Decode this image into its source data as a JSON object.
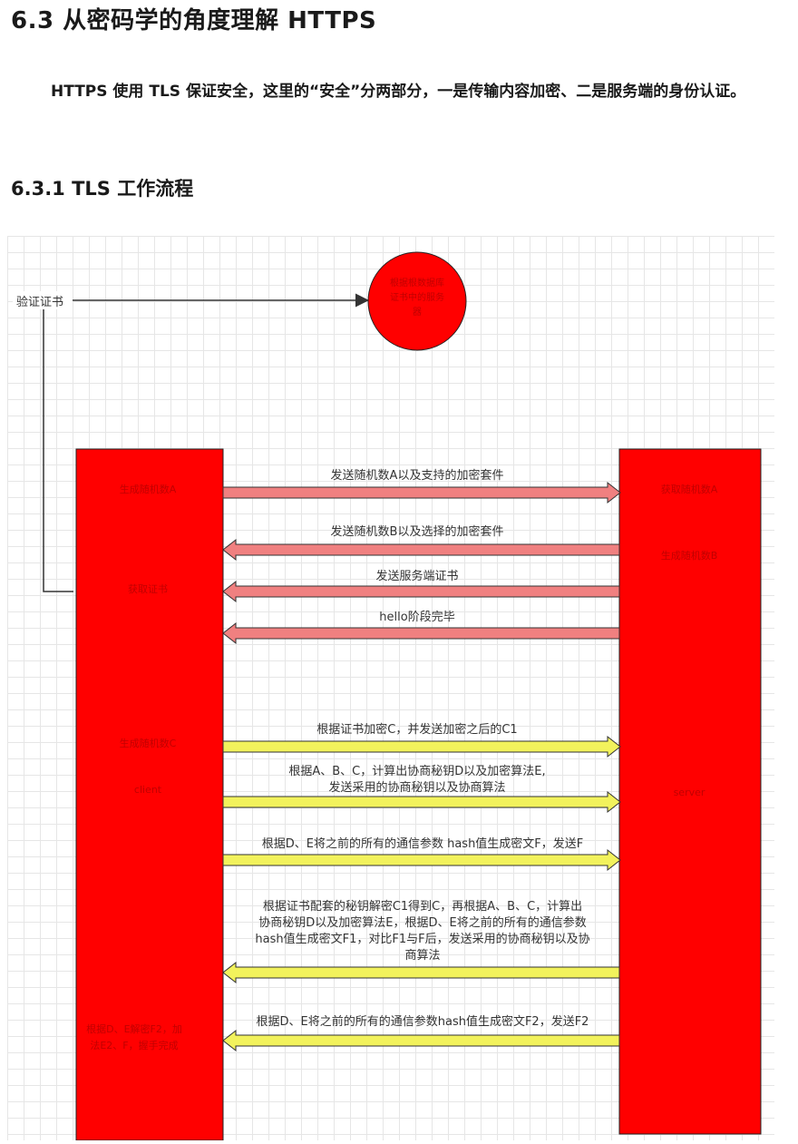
{
  "heading": "6.3 从密码学的角度理解 HTTPS",
  "paragraph": "HTTPS 使用 TLS 保证安全，这里的“安全”分两部分，一是传输内容加密、二是服务端的身份认证。",
  "subheading": "6.3.1 TLS 工作流程",
  "diagram": {
    "verify_label": "验证证书",
    "circle_lines": [
      "根据根数据库",
      "证书中的服务",
      "器"
    ],
    "client_labels": [
      "生成随机数A",
      "获取证书",
      "生成随机数C",
      "client",
      "根据D、E解密F2，加",
      "法E2、F，握手完成"
    ],
    "server_labels": [
      "获取随机数A",
      "生成随机数B",
      "server"
    ],
    "msg1": "发送随机数A以及支持的加密套件",
    "msg2": "发送随机数B以及选择的加密套件",
    "msg3": "发送服务端证书",
    "msg4": "hello阶段完毕",
    "msg5": "根据证书加密C，并发送加密之后的C1",
    "msg6_line1": "根据A、B、C，计算出协商秘钥D以及加密算法E,",
    "msg6_line2": "发送采用的协商秘钥以及协商算法",
    "msg7": "根据D、E将之前的所有的通信参数 hash值生成密文F，发送F",
    "msg8_lines": [
      "根据证书配套的秘钥解密C1得到C，再根据A、B、C，计算出",
      "协商秘钥D以及加密算法E，根据D、E将之前的所有的通信参数",
      "hash值生成密文F1，对比F1与F后，发送采用的协商秘钥以及协",
      "商算法"
    ],
    "msg9": "根据D、E将之前的所有的通信参数hash值生成密文F2，发送F2",
    "colors": {
      "box": "#ff0000",
      "pink_arrow": "#f08080",
      "yellow_arrow": "#f2f25c",
      "line": "#333333"
    }
  }
}
